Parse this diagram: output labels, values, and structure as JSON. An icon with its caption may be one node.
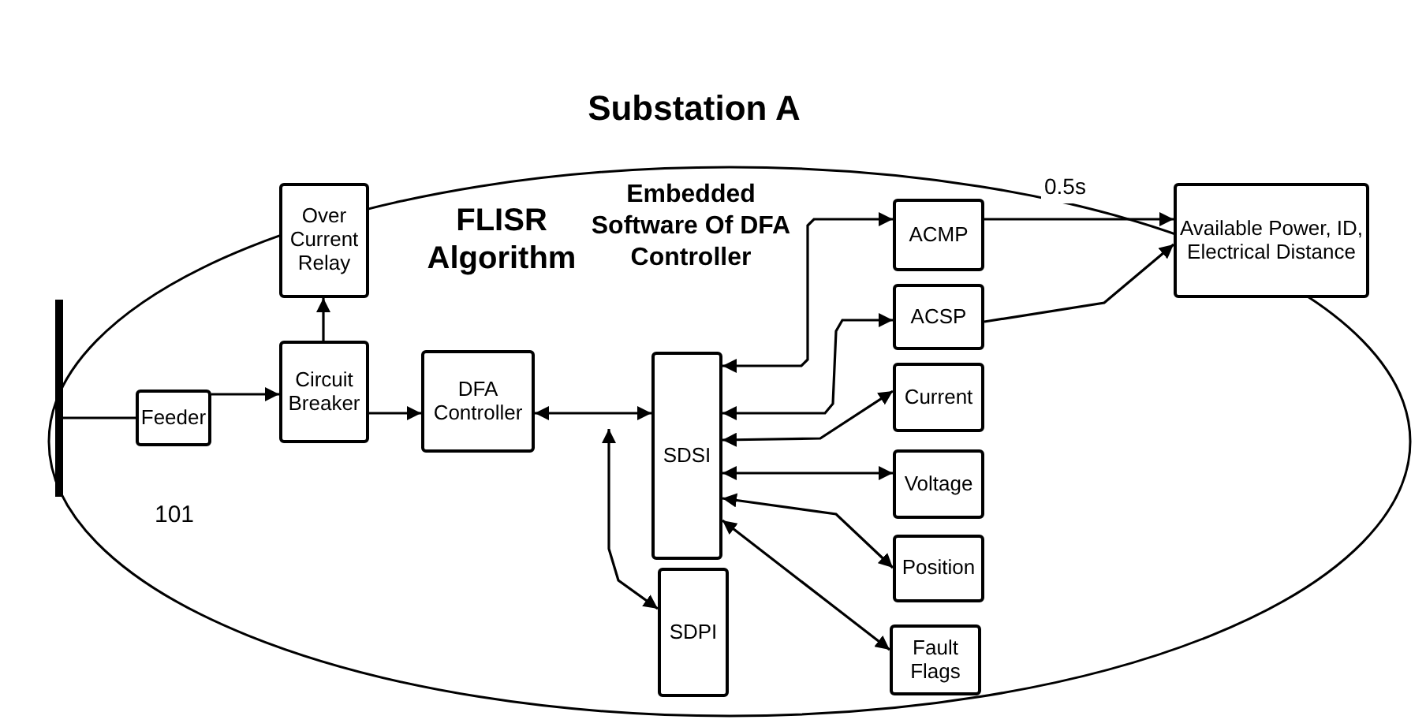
{
  "diagram": {
    "title": "Substation A",
    "nodes": [
      {
        "text": [],
        "shape": "ellipse"
      },
      {
        "text": [],
        "shape": "bar",
        "in": 0
      },
      {
        "text": [
          "Feeder"
        ],
        "in": 0
      },
      {
        "text": [
          "Circuit Breaker"
        ],
        "in": 0
      },
      {
        "text": [
          "Over Current Relay"
        ],
        "in": 0
      },
      {
        "text": [
          "DFA Controller"
        ],
        "in": 0
      },
      {
        "text": [
          "SDSI"
        ],
        "in": 0
      },
      {
        "text": [
          "SDPI"
        ],
        "in": 0
      },
      {
        "text": [
          "ACMP"
        ],
        "in": 0
      },
      {
        "text": [
          "ACSP"
        ],
        "in": 0
      },
      {
        "text": [
          "Current"
        ],
        "in": 0
      },
      {
        "text": [
          "Voltage"
        ],
        "in": 0
      },
      {
        "text": [
          "Position"
        ],
        "in": 0
      },
      {
        "text": [
          "Fault Flags"
        ],
        "in": 0
      },
      {
        "text": [
          "Available Power, ID, Electrical Distance"
        ]
      }
    ],
    "edges": [
      {
        "from": 1,
        "to": 2,
        "arrow": "none"
      },
      {
        "from": 2,
        "to": 3,
        "arrow": "to"
      },
      {
        "from": 3,
        "to": 4,
        "arrow": "to"
      },
      {
        "from": 3,
        "to": 5,
        "arrow": "to"
      },
      {
        "from": 5,
        "to": 6,
        "arrow": "both"
      },
      {
        "from": null,
        "to": 7,
        "arrow": "both"
      },
      {
        "from": 6,
        "to": 8,
        "arrow": "both"
      },
      {
        "from": 6,
        "to": 9,
        "arrow": "both"
      },
      {
        "from": 6,
        "to": 10,
        "arrow": "both"
      },
      {
        "from": 6,
        "to": 11,
        "arrow": "both"
      },
      {
        "from": 6,
        "to": 12,
        "arrow": "both"
      },
      {
        "from": 6,
        "to": 13,
        "arrow": "both"
      },
      {
        "from": 8,
        "to": 14,
        "arrow": "to",
        "label": "0.5s"
      },
      {
        "from": 9,
        "to": 14,
        "arrow": "to"
      }
    ],
    "labels": [
      "101",
      "FLISR Algorithm",
      "Embedded Software Of DFA Controller"
    ]
  }
}
